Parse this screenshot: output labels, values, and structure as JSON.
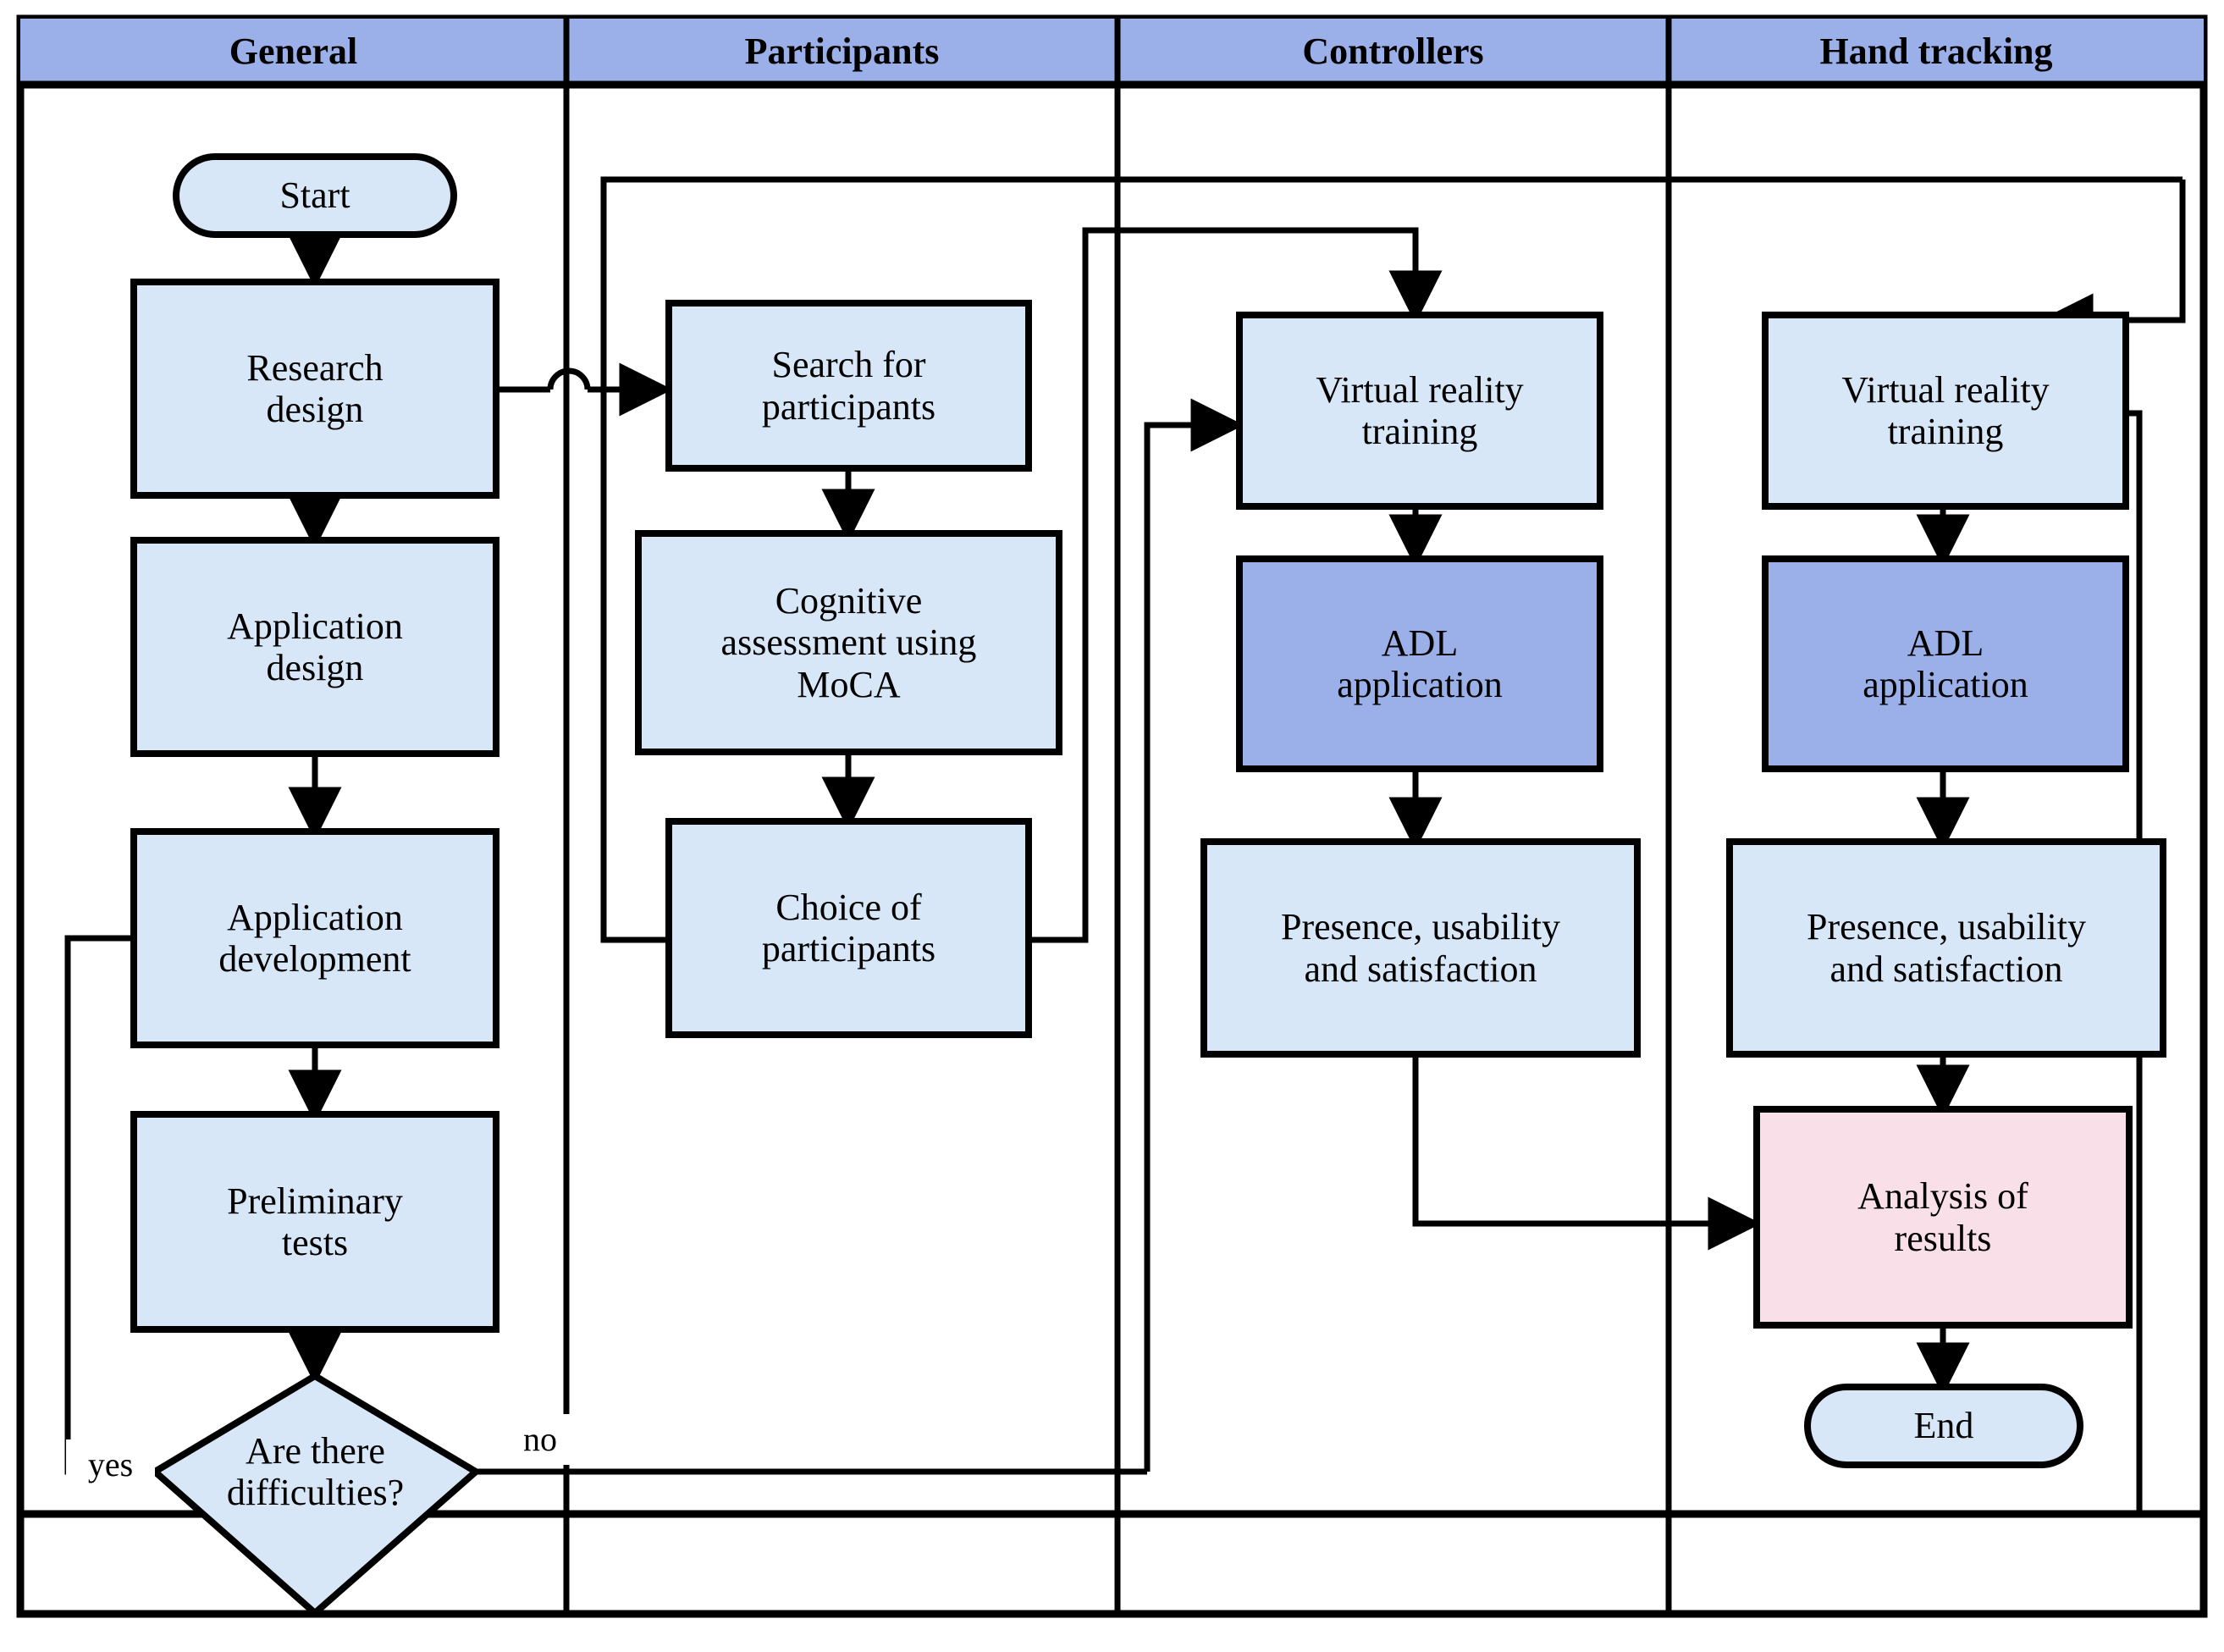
{
  "figure": {
    "type": "flowchart",
    "title": "Research methodology flowchart",
    "columns": [
      "General",
      "Participants",
      "Controllers",
      "Hand tracking"
    ]
  },
  "colors": {
    "header_fill": "#9bb0e8",
    "node_fill_light": "#d7e7f7",
    "node_fill_medium": "#9bb0e8",
    "node_fill_pink": "#f9dfe7",
    "stroke": "#000000",
    "background": "#ffffff"
  },
  "headers": {
    "general": "General",
    "participants": "Participants",
    "controllers": "Controllers",
    "hand_tracking": "Hand tracking"
  },
  "nodes": {
    "start": "Start",
    "research_design": "Research\ndesign",
    "application_design": "Application\ndesign",
    "application_development": "Application\ndevelopment",
    "preliminary_tests": "Preliminary\ntests",
    "decision_difficulties": "Are there\ndifficulties?",
    "search_participants": "Search for\nparticipants",
    "cognitive_assessment": "Cognitive\nassessment using\nMoCA",
    "choice_participants": "Choice of\nparticipants",
    "ctrl_vr_training": "Virtual reality\ntraining",
    "ctrl_adl_application": "ADL\napplication",
    "ctrl_presence": "Presence, usability\nand satisfaction",
    "hand_vr_training": "Virtual reality\ntraining",
    "hand_adl_application": "ADL\napplication",
    "hand_presence": "Presence, usability\nand satisfaction",
    "analysis_results": "Analysis of\nresults",
    "end": "End"
  },
  "edge_labels": {
    "yes": "yes",
    "no": "no"
  },
  "edges": [
    {
      "from": "start",
      "to": "research_design"
    },
    {
      "from": "research_design",
      "to": "application_design"
    },
    {
      "from": "application_design",
      "to": "application_development"
    },
    {
      "from": "application_development",
      "to": "preliminary_tests"
    },
    {
      "from": "preliminary_tests",
      "to": "decision_difficulties"
    },
    {
      "from": "decision_difficulties",
      "to": "application_development",
      "label": "yes"
    },
    {
      "from": "decision_difficulties",
      "to": "ctrl_vr_training",
      "label": "no"
    },
    {
      "from": "research_design",
      "to": "search_participants"
    },
    {
      "from": "search_participants",
      "to": "cognitive_assessment"
    },
    {
      "from": "cognitive_assessment",
      "to": "choice_participants"
    },
    {
      "from": "choice_participants",
      "to": "ctrl_vr_training"
    },
    {
      "from": "choice_participants",
      "to": "hand_vr_training"
    },
    {
      "from": "ctrl_vr_training",
      "to": "ctrl_adl_application"
    },
    {
      "from": "ctrl_adl_application",
      "to": "ctrl_presence"
    },
    {
      "from": "ctrl_presence",
      "to": "analysis_results"
    },
    {
      "from": "hand_vr_training",
      "to": "hand_adl_application"
    },
    {
      "from": "hand_adl_application",
      "to": "hand_presence"
    },
    {
      "from": "hand_presence",
      "to": "analysis_results"
    },
    {
      "from": "analysis_results",
      "to": "end"
    }
  ]
}
